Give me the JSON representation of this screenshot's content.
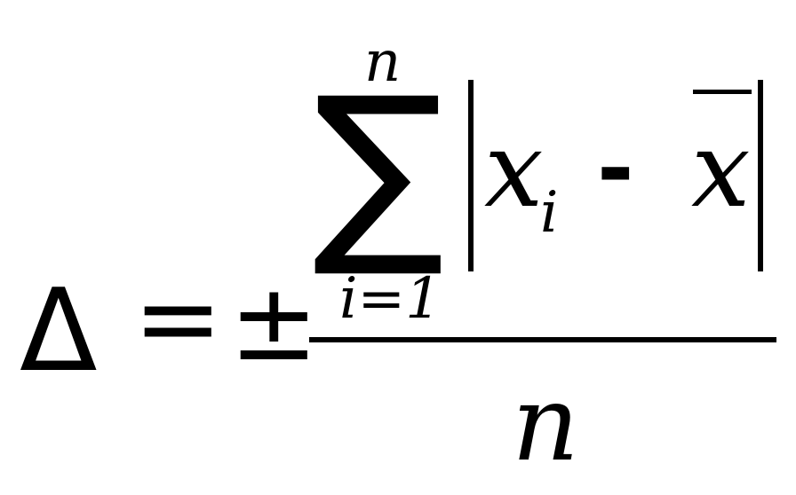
{
  "formula": {
    "lhs": "Δ",
    "equals": "=",
    "plus_minus": "±",
    "sum_symbol": "∑",
    "sum_upper": "n",
    "sum_lower": "i=1",
    "term_var": "x",
    "term_sub": "i",
    "minus": "-",
    "mean_var": "x",
    "denominator": "n"
  }
}
